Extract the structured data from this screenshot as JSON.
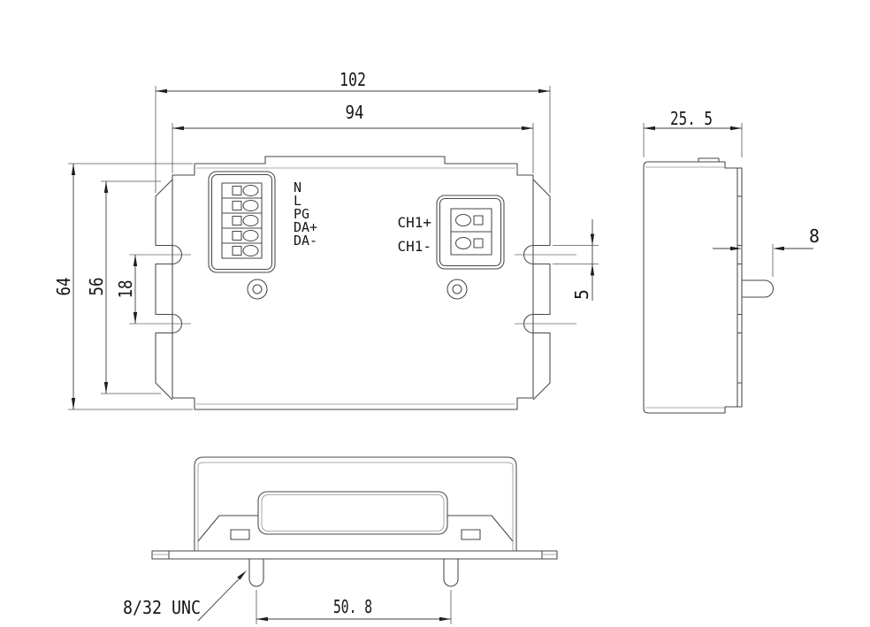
{
  "drawing": {
    "ink_color": "#474747",
    "dim_color": "#3d3d3d",
    "front_view": {
      "dim_overall_width": "102",
      "dim_body_width": "94",
      "dim_overall_height": "64",
      "dim_body_height": "56",
      "dim_slot_spacing": "18",
      "dim_slot_width": "5",
      "input_terminals": [
        "N",
        "L",
        "PG",
        "DA+",
        "DA-"
      ],
      "output_terminals": [
        "CH1+",
        "CH1-"
      ]
    },
    "side_view": {
      "dim_depth": "25. 5",
      "dim_stud_length": "8"
    },
    "bottom_view": {
      "dim_stud_spacing": "50. 8",
      "thread_spec": "8/32 UNC"
    }
  }
}
